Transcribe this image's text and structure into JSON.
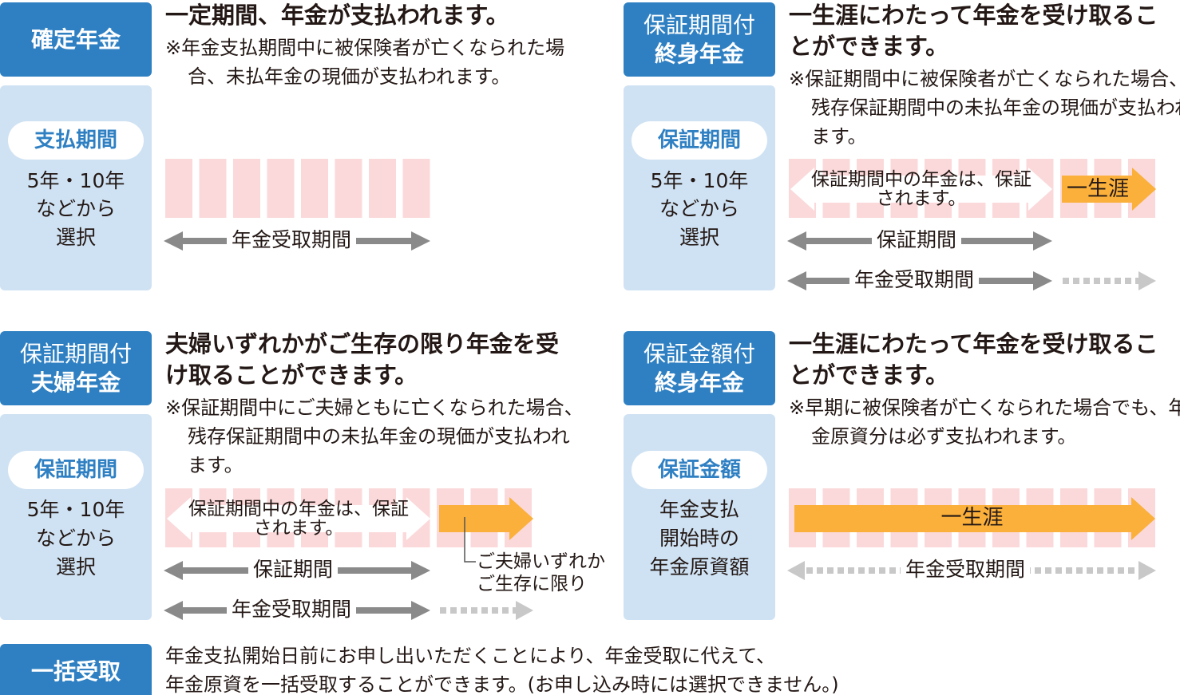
{
  "colors": {
    "header": "#2f80c3",
    "panel": "#cfe2f3",
    "pink": "#fbd9da",
    "orange": "#fab03b",
    "gray": "#8a8a8a",
    "lightgray": "#c8c8c8"
  },
  "fixed": {
    "title": "確定年金",
    "headline": "一定期間、年金が支払われます。",
    "note": "※年金支払期間中に被保険者が亡くなられた場合、未払年金の現価が支払われます。",
    "pill": "支払期間",
    "lines": [
      "5年・10年",
      "などから",
      "選択"
    ],
    "period": "年金受取期間"
  },
  "guaranteed_life": {
    "title_1": "保証期間付",
    "title_2": "終身年金",
    "headline": "一生涯にわたって年金を受け取ることができます。",
    "note": "※保証期間中に被保険者が亡くなられた場合、残存保証期間中の未払年金の現価が支払われます。",
    "pill": "保証期間",
    "lines": [
      "5年・10年",
      "などから",
      "選択"
    ],
    "guaranteed_text": "保証期間中の年金は、保証されます。",
    "lifetime": "一生涯",
    "guarantee_period": "保証期間",
    "period": "年金受取期間"
  },
  "couple": {
    "title_1": "保証期間付",
    "title_2": "夫婦年金",
    "headline": "夫婦いずれかがご生存の限り年金を受け取ることができます。",
    "note": "※保証期間中にご夫婦ともに亡くなられた場合、残存保証期間中の未払年金の現価が支払われます。",
    "pill": "保証期間",
    "lines": [
      "5年・10年",
      "などから",
      "選択"
    ],
    "guaranteed_text": "保証期間中の年金は、保証されます。",
    "callout_1": "ご夫婦いずれか",
    "callout_2": "ご生存に限り",
    "guarantee_period": "保証期間",
    "period": "年金受取期間"
  },
  "amount_life": {
    "title_1": "保証金額付",
    "title_2": "終身年金",
    "headline": "一生涯にわたって年金を受け取ることができます。",
    "note": "※早期に被保険者が亡くなられた場合でも、年金原資分は必ず支払われます。",
    "pill": "保証金額",
    "lines": [
      "年金支払",
      "開始時の",
      "年金原資額"
    ],
    "lifetime": "一生涯",
    "period": "年金受取期間"
  },
  "lump": {
    "title": "一括受取",
    "line_1": "年金支払開始日前にお申し出いただくことにより、年金受取に代えて、",
    "line_2": "年金原資を一括受取することができます。(お申し込み時には選択できません。)"
  }
}
